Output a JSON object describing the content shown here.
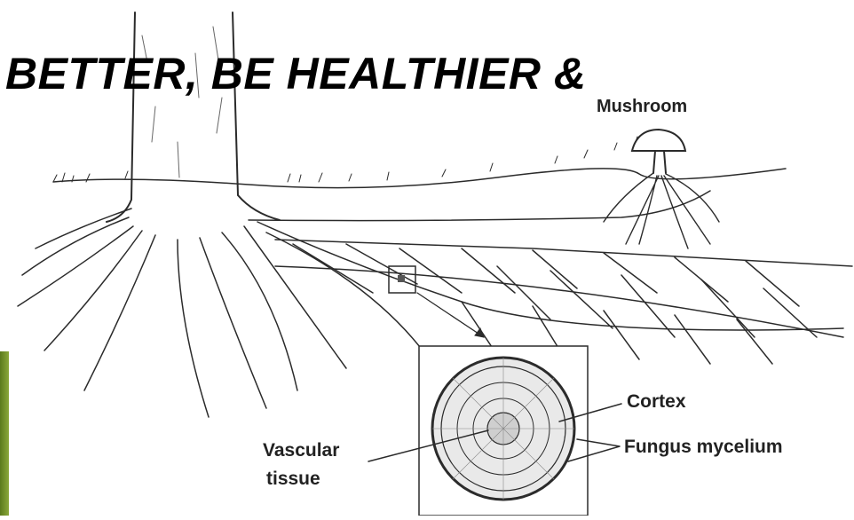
{
  "headline": "BETTER, BE HEALTHIER &",
  "labels": {
    "mushroom": "Mushroom",
    "cortex": "Cortex",
    "fungus_mycelium": "Fungus mycelium",
    "vascular": "Vascular",
    "tissue": "tissue"
  }
}
